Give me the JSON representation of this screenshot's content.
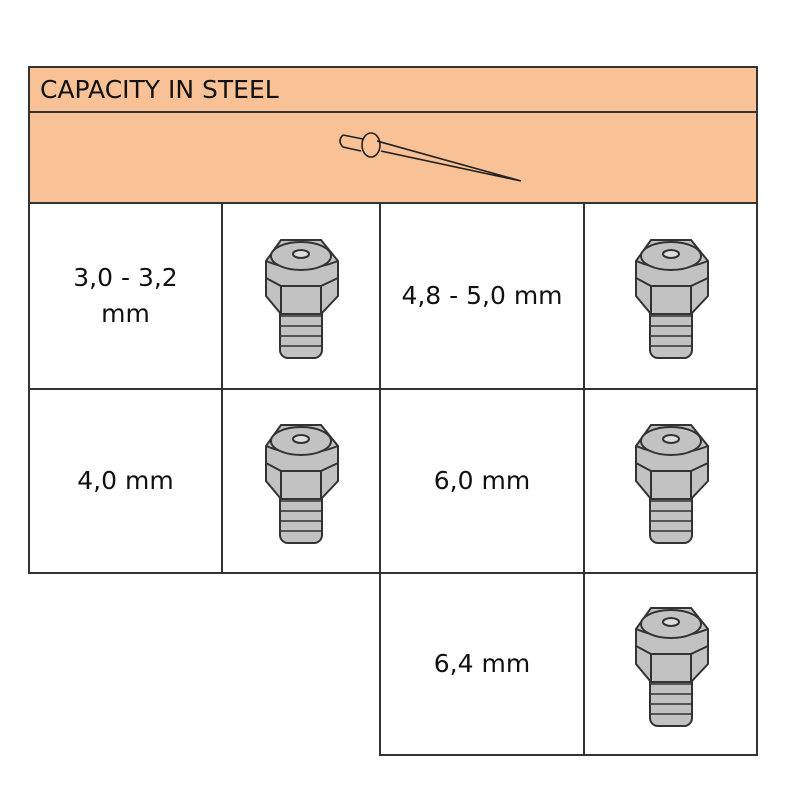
{
  "header": {
    "title": "CAPACITY IN STEEL",
    "icon": "rivet-icon",
    "color": "#f8c196"
  },
  "rows": [
    {
      "label": "3,0 - 3,2 mm"
    },
    {
      "label": "4,8 - 5,0 mm"
    },
    {
      "label": "4,0 mm"
    },
    {
      "label": "6,0 mm"
    },
    {
      "label": "6,4 mm"
    }
  ]
}
